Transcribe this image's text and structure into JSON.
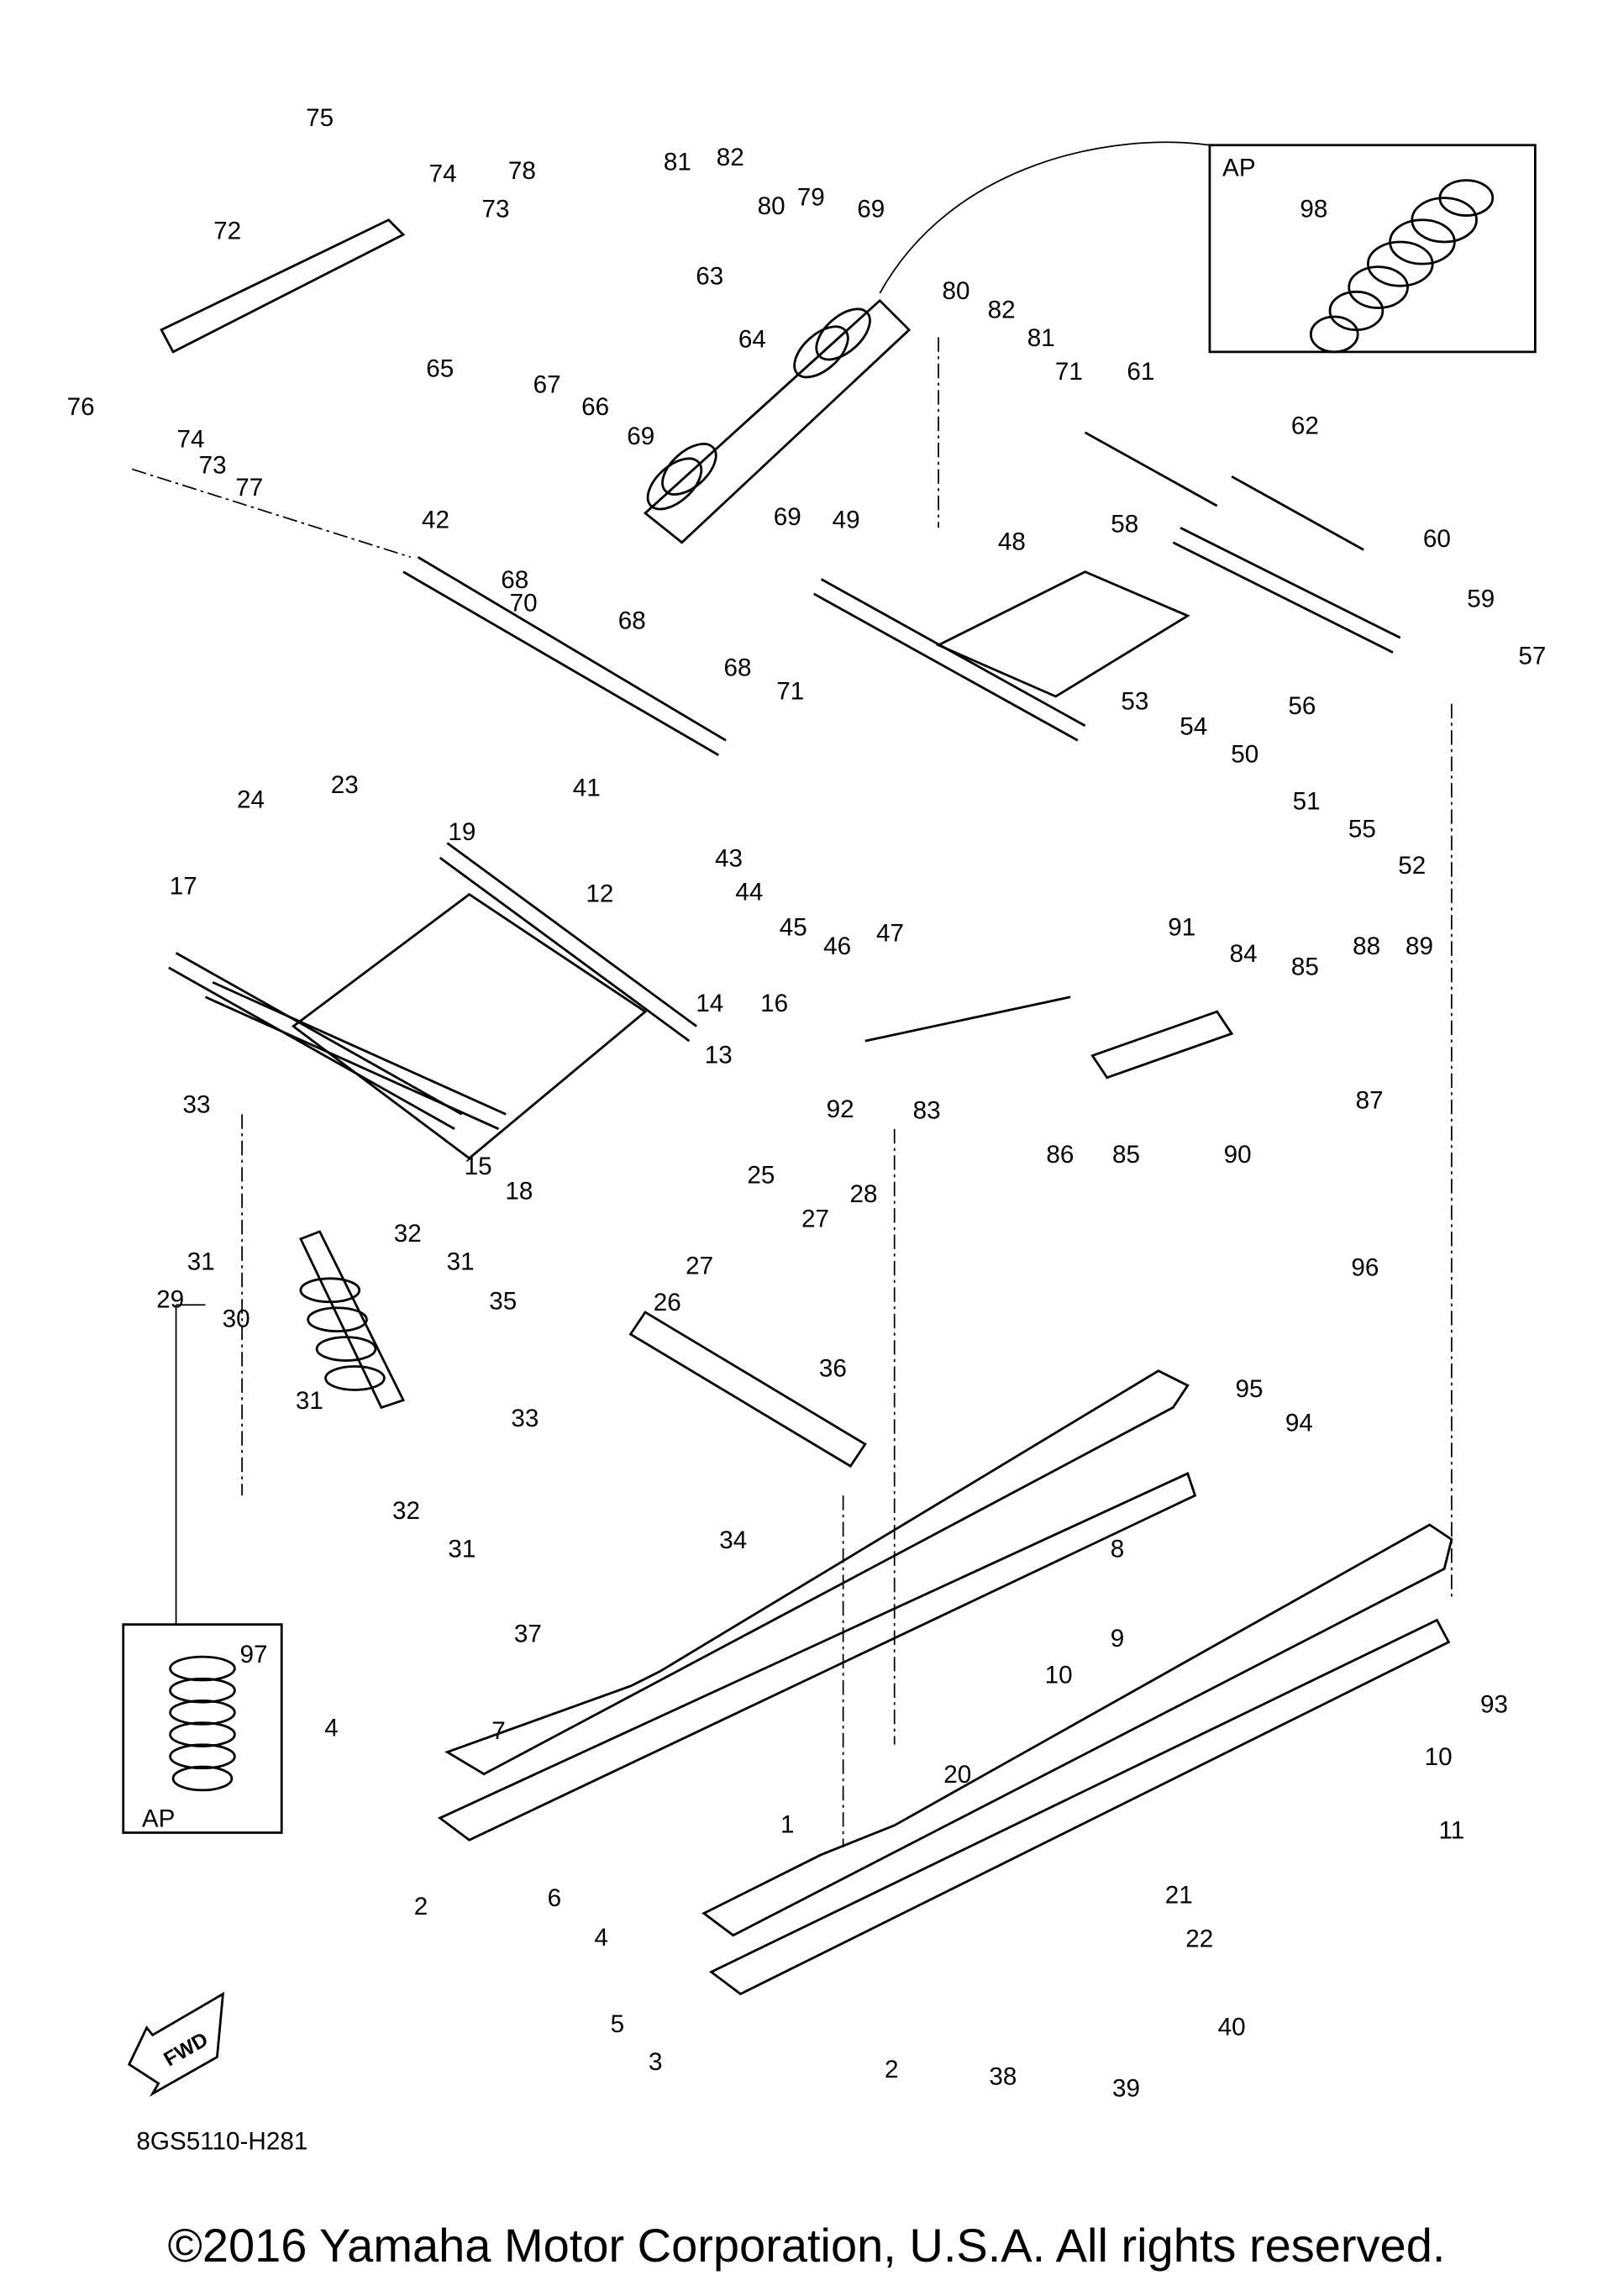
{
  "diagram": {
    "drawing_code": "8GS5110-H281",
    "fwd_label": "FWD",
    "ap_label": "AP",
    "callouts": [
      "75",
      "74",
      "73",
      "78",
      "81",
      "82",
      "80",
      "79",
      "69",
      "72",
      "63",
      "64",
      "80",
      "82",
      "81",
      "71",
      "61",
      "98",
      "76",
      "74",
      "73",
      "77",
      "65",
      "67",
      "66",
      "69",
      "62",
      "69",
      "42",
      "68",
      "70",
      "68",
      "68",
      "71",
      "49",
      "48",
      "58",
      "60",
      "59",
      "57",
      "56",
      "53",
      "54",
      "50",
      "51",
      "55",
      "52",
      "41",
      "43",
      "44",
      "45",
      "46",
      "47",
      "24",
      "23",
      "19",
      "17",
      "12",
      "91",
      "84",
      "85",
      "88",
      "89",
      "14",
      "16",
      "92",
      "83",
      "86",
      "85",
      "90",
      "87",
      "13",
      "33",
      "15",
      "18",
      "25",
      "27",
      "28",
      "31",
      "32",
      "31",
      "29",
      "30",
      "35",
      "27",
      "26",
      "96",
      "36",
      "33",
      "31",
      "95",
      "94",
      "32",
      "31",
      "34",
      "8",
      "9",
      "10",
      "37",
      "97",
      "93",
      "4",
      "7",
      "20",
      "10",
      "11",
      "2",
      "1",
      "6",
      "21",
      "22",
      "4",
      "5",
      "3",
      "2",
      "38",
      "40",
      "39"
    ]
  },
  "footer": {
    "copyright": "©2016 Yamaha Motor Corporation, U.S.A. All rights reserved."
  }
}
